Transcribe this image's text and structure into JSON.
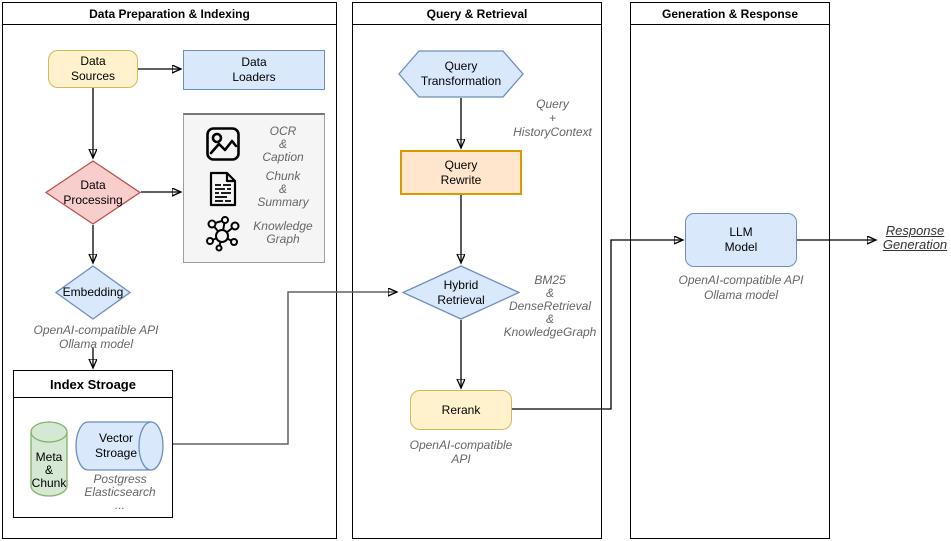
{
  "lanes": {
    "prep": {
      "title": "Data Preparation & Indexing"
    },
    "query": {
      "title": "Query & Retrieval"
    },
    "gen": {
      "title": "Generation & Response"
    }
  },
  "prep": {
    "data_sources": "Data\nSources",
    "data_loaders": "Data\nLoaders",
    "data_processing": "Data\nProcessing",
    "processing_items": [
      {
        "icon": "image-icon",
        "label": "OCR\n&\nCaption"
      },
      {
        "icon": "document-icon",
        "label": "Chunk\n&\nSummary"
      },
      {
        "icon": "knowledge-graph-icon",
        "label": "Knowledge\nGraph"
      }
    ],
    "embedding": "Embedding",
    "embedding_note": "OpenAI-compatible API\nOllama model",
    "index_storage": {
      "title": "Index Stroage",
      "meta_chunk": "Meta\n&\nChunk",
      "vector_storage": "Vector\nStroage",
      "note": "Postgress\nElasticsearch\n..."
    }
  },
  "query": {
    "query_transformation": "Query\nTransformation",
    "transform_note": "Query\n+\nHistoryContext",
    "query_rewrite": "Query\nRewrite",
    "hybrid_retrieval": "Hybrid\nRetrieval",
    "retrieval_note": "BM25\n&\nDenseRetrieval\n&\nKnowledgeGraph",
    "rerank": "Rerank",
    "rerank_note": "OpenAI-compatible API"
  },
  "gen": {
    "llm_model": "LLM\nModel",
    "llm_note": "OpenAI-compatible API\nOllama model",
    "output": "Response\nGeneration"
  },
  "colors": {
    "blue_fill": "#dae8fc",
    "blue_stroke": "#6c8ebf",
    "yellow_fill": "#fff2cc",
    "yellow_stroke": "#d6b656",
    "red_fill": "#f8cecc",
    "red_stroke": "#b85450",
    "orange_fill": "#ffe6cc",
    "orange_stroke": "#d79b00",
    "green_fill": "#d5e8d4",
    "green_stroke": "#82b366",
    "gray_box_fill": "#f5f5f5"
  }
}
